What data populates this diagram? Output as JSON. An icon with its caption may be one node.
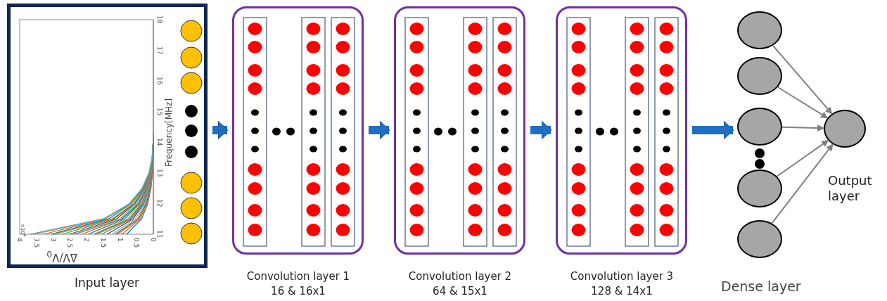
{
  "diagram": {
    "nodes": [
      {
        "text": [],
        "shape": "box",
        "beside": [
          "Input layer"
        ]
      },
      {
        "text": [],
        "shape": "box",
        "beside": [
          "Convolution layer 1",
          "16 & 16x1"
        ]
      },
      {
        "text": [],
        "shape": "box",
        "beside": [
          "Convolution layer 2",
          "64 & 15x1"
        ]
      },
      {
        "text": [],
        "shape": "box",
        "beside": [
          "Convolution layer 3",
          "128 & 14x1"
        ]
      },
      {
        "text": [],
        "shape": "circle"
      },
      {
        "text": [],
        "shape": "circle"
      },
      {
        "text": [],
        "shape": "circle"
      },
      {
        "text": [],
        "shape": "circle"
      },
      {
        "text": [],
        "shape": "circle"
      },
      {
        "text": [],
        "shape": "circle",
        "beside": [
          "Output layer"
        ]
      }
    ],
    "edges": [
      {
        "from": 0,
        "to": 1,
        "arrow": "to",
        "style": "thick",
        "color": "#1f6fc5"
      },
      {
        "from": 1,
        "to": 2,
        "arrow": "to",
        "style": "thick",
        "color": "#1f6fc5"
      },
      {
        "from": 2,
        "to": 3,
        "arrow": "to",
        "style": "thick",
        "color": "#1f6fc5"
      },
      {
        "from": 3,
        "to": 6,
        "arrow": "to",
        "style": "thick",
        "color": "#1f6fc5"
      },
      {
        "from": 4,
        "to": 9,
        "arrow": "to"
      },
      {
        "from": 5,
        "to": 9,
        "arrow": "to"
      },
      {
        "from": 6,
        "to": 9,
        "arrow": "to"
      },
      {
        "from": 7,
        "to": 9,
        "arrow": "to"
      },
      {
        "from": 8,
        "to": 9,
        "arrow": "to"
      }
    ],
    "labels": [
      "4",
      "3.5",
      "3",
      "2.5",
      "2",
      "1.5",
      "1",
      "0.5",
      "0",
      "×10$^{4}$",
      "ΔV/V$_{0}$",
      "11",
      "12",
      "13",
      "14",
      "15",
      "16",
      "17",
      "18",
      "Frequency[MHz]",
      "Dense layer"
    ]
  }
}
